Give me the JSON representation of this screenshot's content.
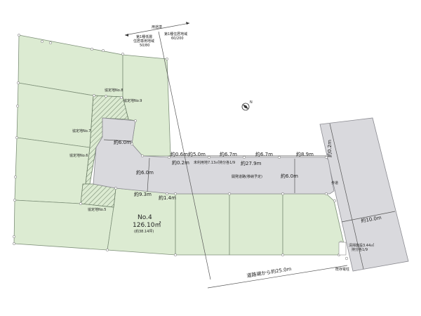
{
  "zoning": {
    "boundary_label": "用途境",
    "zone_left": [
      "第1種低層",
      "住居専用地域",
      "50/80"
    ],
    "zone_right": [
      "第1種住居地域",
      "60/200"
    ]
  },
  "agreement_lots": {
    "no5": "協定地No.5",
    "no6": "協定地No.6",
    "no7": "協定地No.7",
    "no8": "協定地No.8",
    "no9": "協定地No.9"
  },
  "lot": {
    "number": "No.4",
    "area_sqm": "126.10㎡",
    "area_tsubo": "(約38.14坪)"
  },
  "road": {
    "label": "開発道路(移納予定)",
    "unused_land": "未利用地7.13㎡持分各1/9",
    "sidewalk": "歩道",
    "cleaning_facility": [
      "清掃施設3.44㎡",
      "持分各1/9"
    ],
    "utility_pole": "既存電柱",
    "distance_from_road_end": "道路端から約25.0m"
  },
  "dimensions": {
    "d_6_0_top": "約6.0m",
    "d_6_0_left": "約6.0m",
    "d_6_0_road": "約6.0m",
    "d_0_6": "約0.6m",
    "d_0_2": "約0.2m",
    "d_5_0": "約5.0m",
    "d_6_7a": "約6.7m",
    "d_6_7b": "約6.7m",
    "d_8_9": "約8.9m",
    "d_27_9": "約27.9m",
    "d_9_3": "約9.3m",
    "d_1_4": "約1.4m",
    "d_0_2_right": "約0.2m",
    "d_10_0": "約10.0m"
  },
  "compass": {
    "label": "N"
  },
  "colors": {
    "lot": "#dcebd2",
    "road": "#d9d9dd",
    "hatch": "#6b7d66"
  }
}
